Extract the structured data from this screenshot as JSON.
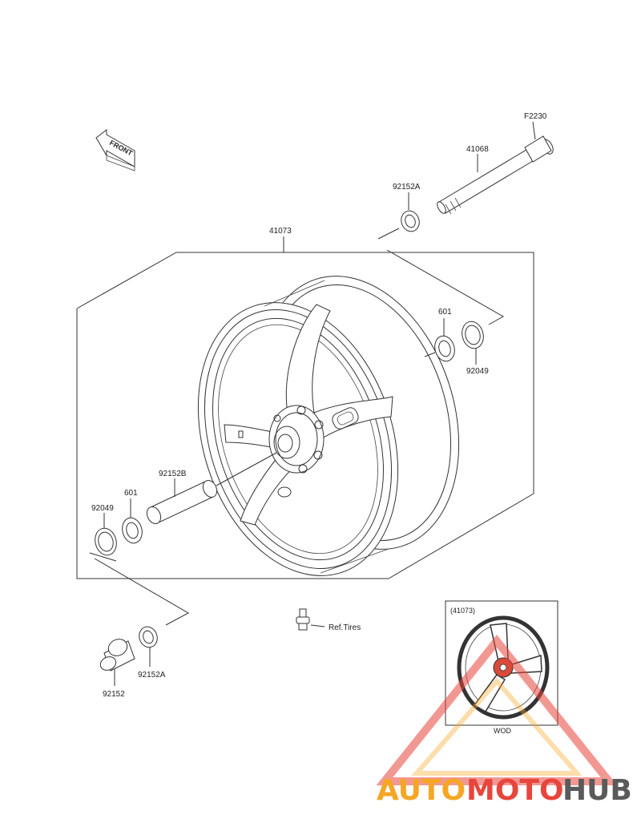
{
  "front_label": "FRONT",
  "parts": {
    "p_41073": "41073",
    "p_f2230": "F2230",
    "p_41068": "41068",
    "p_92152a_top": "92152A",
    "p_601_right": "601",
    "p_92049_right": "92049",
    "p_92152b": "92152B",
    "p_601_left": "601",
    "p_92049_left": "92049",
    "p_92152a_bottom": "92152A",
    "p_92152": "92152",
    "ref_tires": "Ref.Tires"
  },
  "inset": {
    "title": "(41073)",
    "code": "WOD"
  },
  "watermark": {
    "part1": "AUTO",
    "part2": "MOTO",
    "part3": "HUB",
    "color_orange": "#f5a623",
    "color_red": "#e8453c",
    "color_gray": "#5a5a5a"
  },
  "colors": {
    "line": "#333333",
    "inset_accent": "#d94a3a"
  }
}
